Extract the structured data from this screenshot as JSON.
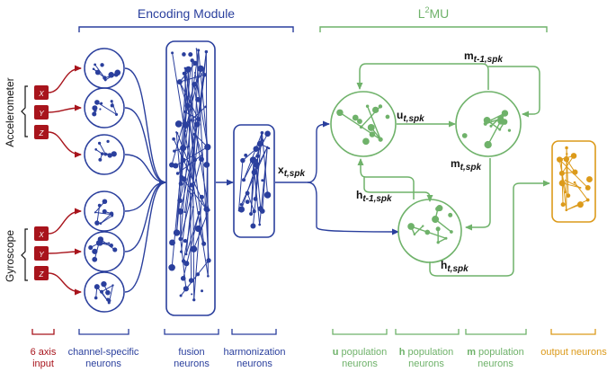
{
  "header": {
    "encoding_title": "Encoding Module",
    "l2mu_base": "L",
    "l2mu_sup": "2",
    "l2mu_rest": "MU"
  },
  "sensors": {
    "accelerometer": "Accelerometer",
    "gyroscope": "Gyroscope",
    "axes": [
      "X",
      "Y",
      "Z"
    ]
  },
  "signals": {
    "x_main": "x",
    "x_sub": "t,spk",
    "u_main": "u",
    "u_sub": "t,spk",
    "m_prev_main": "m",
    "m_prev_sub": "t-1,spk",
    "m_main": "m",
    "m_sub": "t,spk",
    "h_prev_main": "h",
    "h_prev_sub": "t-1,spk",
    "h_main": "h",
    "h_sub": "t,spk"
  },
  "footer": {
    "input_l1": "6 axis",
    "input_l2": "input",
    "channel_l1": "channel-specific",
    "channel_l2": "neurons",
    "fusion_l1": "fusion",
    "fusion_l2": "neurons",
    "harm_l1": "harmonization",
    "harm_l2": "neurons",
    "u_bold": "u",
    "u_rest": " population",
    "u_l2": "neurons",
    "h_bold": "h",
    "h_rest": " population",
    "h_l2": "neurons",
    "m_bold": "m",
    "m_rest": " population",
    "m_l2": "neurons",
    "output_l1": "output neurons"
  },
  "colors": {
    "blue": "#2a3f9d",
    "red": "#a8141c",
    "green": "#6fb26a",
    "orange": "#dc9a1a",
    "black": "#111111"
  }
}
